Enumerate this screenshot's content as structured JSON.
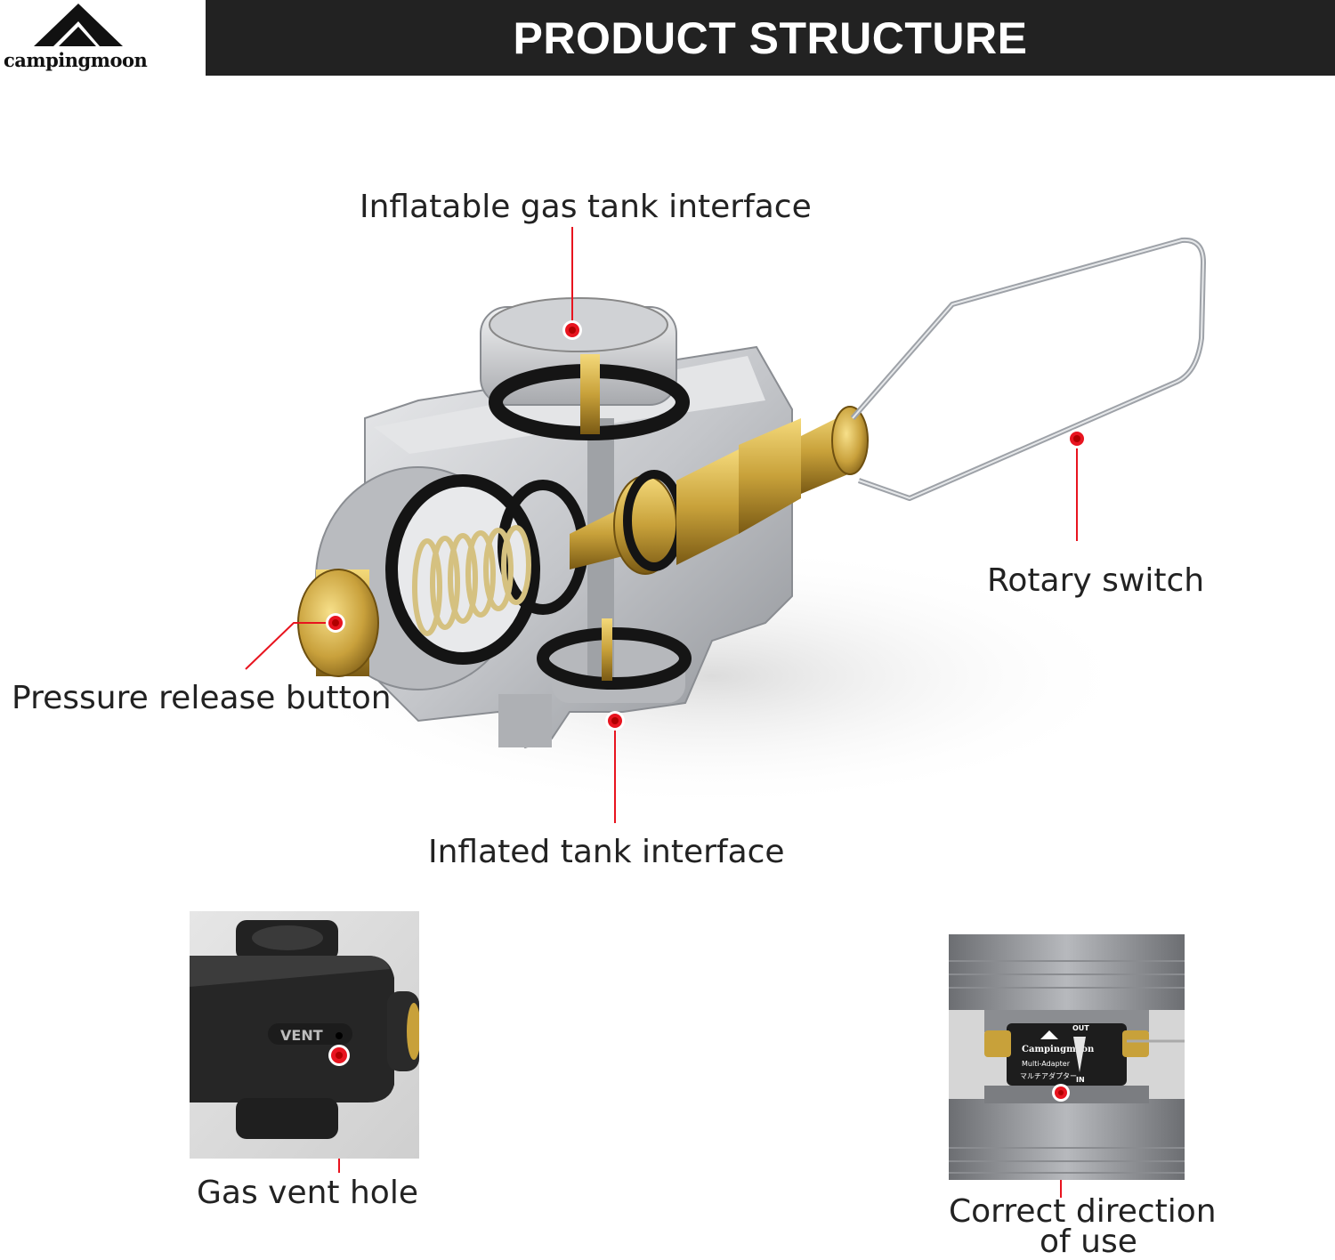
{
  "header": {
    "title": "PRODUCT STRUCTURE"
  },
  "logo": {
    "brand": "campingmoon"
  },
  "callouts": {
    "top_interface": "Inflatable gas tank interface",
    "rotary_switch": "Rotary switch",
    "pressure_release": "Pressure release button",
    "bottom_interface": "Inflated tank interface",
    "vent_hole": "Gas vent hole",
    "direction_line1": "Correct direction",
    "direction_line2": "of use"
  },
  "detail_photos": {
    "vent_marking": "VENT",
    "adapter_brand": "Campingmoon",
    "adapter_model": "Multi-Adapter",
    "adapter_jp": "マルチアダプター",
    "out_label": "OUT",
    "in_label": "IN"
  },
  "colors": {
    "banner": "#222222",
    "marker_red": "#e8141f",
    "brass": "#c8a13a",
    "aluminium": "#c9cbcf"
  }
}
